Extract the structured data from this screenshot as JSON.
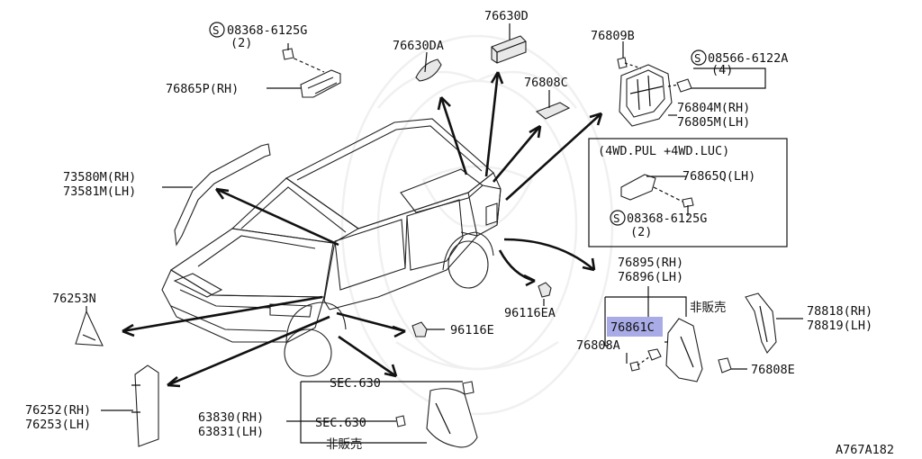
{
  "colors": {
    "highlight": "#a9abe6",
    "ink": "#111111"
  },
  "labels": {
    "bolt_top": "08368-6125G",
    "bolt_top_qty": "(2)",
    "p76865P": "76865P(RH)",
    "p76630DA": "76630DA",
    "p76630D": "76630D",
    "p76808C": "76808C",
    "p76809B": "76809B",
    "screw_right": "08566-6122A",
    "screw_right_qty": "(4)",
    "p76804M": "76804M(RH)",
    "p76805M": "76805M(LH)",
    "p73580M": "73580M(RH)",
    "p73581M": "73581M(LH)",
    "box_title": "(4WD.PUL +4WD.LUC)",
    "p76865Q": "76865Q(LH)",
    "box_bolt": "08368-6125G",
    "box_bolt_qty": "(2)",
    "p76895": "76895(RH)",
    "p76896": "76896(LH)",
    "not_for_sale_right": "非販売",
    "p76861C": "76861C",
    "p76808A": "76808A",
    "p78818": "78818(RH)",
    "p78819": "78819(LH)",
    "p76808E": "76808E",
    "p96116EA": "96116EA",
    "p96116E": "96116E",
    "p76253N": "76253N",
    "p76252": "76252(RH)",
    "p76253": "76253(LH)",
    "sec630_top": "SEC.630",
    "sec630_mid": "SEC.630",
    "p63830": "63830(RH)",
    "p63831": "63831(LH)",
    "not_for_sale_bottom": "非販売",
    "figure_id": "A767A182"
  },
  "icons": {
    "screw_marker": "circled-s-icon"
  }
}
